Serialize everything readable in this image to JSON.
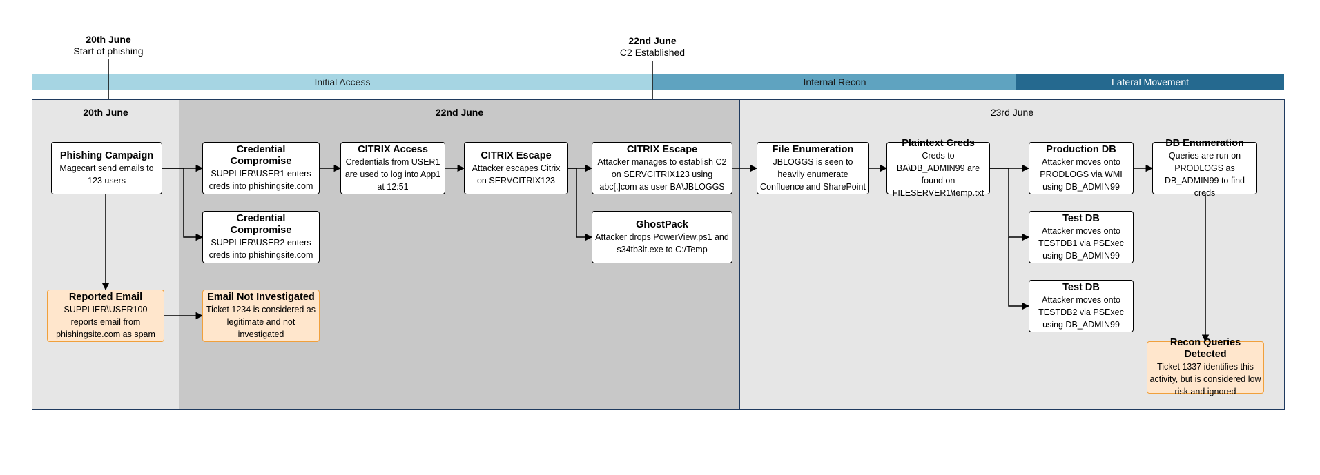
{
  "markers": [
    {
      "date": "20th June",
      "sub": "Start of phishing"
    },
    {
      "date": "22nd June",
      "sub": "C2 Established"
    }
  ],
  "phases": [
    {
      "label": "Initial Access",
      "color": "#a6d5e3"
    },
    {
      "label": "Internal Recon",
      "color": "#5fa3c0"
    },
    {
      "label": "Lateral Movement",
      "color": "#25698f"
    }
  ],
  "columns": [
    {
      "label": "20th June"
    },
    {
      "label": "22nd June"
    },
    {
      "label": "23rd June"
    }
  ],
  "nodes": {
    "phishing_campaign": {
      "title": "Phishing Campaign",
      "desc": "Magecart send emails to 123 users"
    },
    "cred_compromise_1": {
      "title": "Credential Compromise",
      "desc": "SUPPLIER\\USER1 enters creds into phishingsite.com"
    },
    "cred_compromise_2": {
      "title": "Credential Compromise",
      "desc": "SUPPLIER\\USER2 enters creds into phishingsite.com"
    },
    "citrix_access": {
      "title": "CITRIX Access",
      "desc": "Credentials from USER1 are used to log into App1 at 12:51"
    },
    "citrix_escape_1": {
      "title": "CITRIX Escape",
      "desc": "Attacker escapes Citrix on SERVCITRIX123"
    },
    "citrix_escape_2": {
      "title": "CITRIX Escape",
      "desc": "Attacker manages to establish C2 on SERVCITRIX123 using abc[.]com as user BA\\JBLOGGS"
    },
    "ghostpack": {
      "title": "GhostPack",
      "desc": "Attacker drops PowerView.ps1 and s34tb3lt.exe to C:/Temp"
    },
    "file_enumeration": {
      "title": "File Enumeration",
      "desc": "JBLOGGS is seen to heavily enumerate Confluence and SharePoint"
    },
    "plaintext_creds": {
      "title": "Plaintext Creds",
      "desc": "Creds to BA\\DB_ADMIN99 are found on FILESERVER1\\temp.txt"
    },
    "production_db": {
      "title": "Production DB",
      "desc": "Attacker moves onto PRODLOGS via WMI using DB_ADMIN99"
    },
    "db_enumeration": {
      "title": "DB Enumeration",
      "desc": "Queries are run on PRODLOGS as DB_ADMIN99 to find creds"
    },
    "test_db_1": {
      "title": "Test DB",
      "desc": "Attacker moves onto TESTDB1 via PSExec using DB_ADMIN99"
    },
    "test_db_2": {
      "title": "Test DB",
      "desc": "Attacker moves onto TESTDB2 via PSExec using DB_ADMIN99"
    },
    "reported_email": {
      "title": "Reported Email",
      "desc": "SUPPLIER\\USER100 reports email from  phishingsite.com as spam"
    },
    "email_not_investigated": {
      "title": "Email Not Investigated",
      "desc": "Ticket 1234 is considered as legitimate and not investigated"
    },
    "recon_queries_detected": {
      "title": "Recon Queries Detected",
      "desc": "Ticket 1337 identifies this activity, but is considered low risk and ignored"
    }
  },
  "colors": {
    "column_light": "#e6e6e6",
    "column_dark": "#c8c8c8",
    "border": "#1f3a5f",
    "orange_fill": "#ffe6cc",
    "orange_border": "#f0a03c"
  }
}
